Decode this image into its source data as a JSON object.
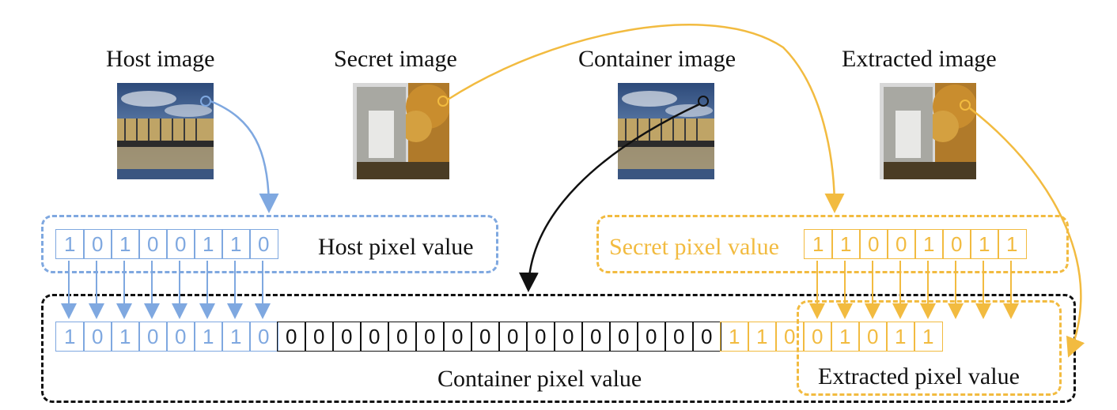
{
  "titles": {
    "host": "Host image",
    "secret": "Secret image",
    "container": "Container image",
    "extracted": "Extracted image"
  },
  "labels": {
    "host_pixel": "Host pixel value",
    "secret_pixel": "Secret pixel value",
    "container_pixel": "Container pixel value",
    "extracted_pixel": "Extracted pixel value"
  },
  "host_bits": [
    "1",
    "0",
    "1",
    "0",
    "0",
    "1",
    "1",
    "0"
  ],
  "secret_bits": [
    "1",
    "1",
    "0",
    "0",
    "1",
    "0",
    "1",
    "1"
  ],
  "container_bits": {
    "host_part": [
      "1",
      "0",
      "1",
      "0",
      "0",
      "1",
      "1",
      "0"
    ],
    "zero_part": [
      "0",
      "0",
      "0",
      "0",
      "0",
      "0",
      "0",
      "0",
      "0",
      "0",
      "0",
      "0",
      "0",
      "0",
      "0",
      "0"
    ],
    "secret_part": [
      "1",
      "1",
      "0",
      "0",
      "1",
      "0",
      "1",
      "1"
    ]
  },
  "colors": {
    "host": "#7fa8e0",
    "secret": "#f2bb40",
    "container": "#111111"
  }
}
